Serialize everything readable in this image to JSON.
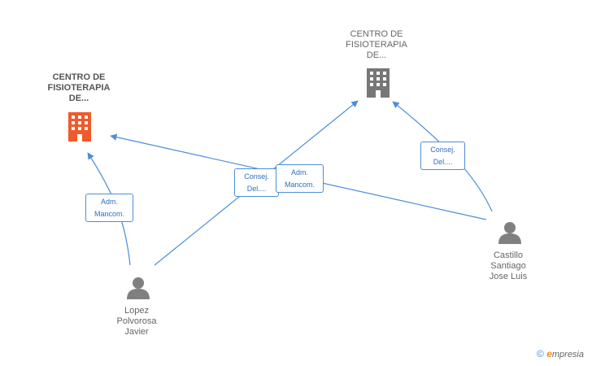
{
  "nodes": {
    "company_left": {
      "label": "CENTRO DE\nFISIOTERAPIA\nDE...",
      "color": "#f05a2a"
    },
    "company_right": {
      "label": "CENTRO DE\nFISIOTERAPIA\nDE...",
      "color": "#777777"
    },
    "person_lopez": {
      "label": "Lopez\nPolvorosa\nJavier"
    },
    "person_castillo": {
      "label": "Castillo\nSantiago\nJose Luis"
    }
  },
  "edges": {
    "lopez_to_left": "Adm.\nMancom.",
    "lopez_to_right": "Consej.\nDel....",
    "castillo_to_left": "Adm.\nMancom.",
    "castillo_to_right": "Consej.\nDel...."
  },
  "footer": {
    "copyright": "©",
    "brand_e": "e",
    "brand": "mpresia"
  },
  "colors": {
    "edge": "#4a8fd9",
    "person": "#808080"
  }
}
